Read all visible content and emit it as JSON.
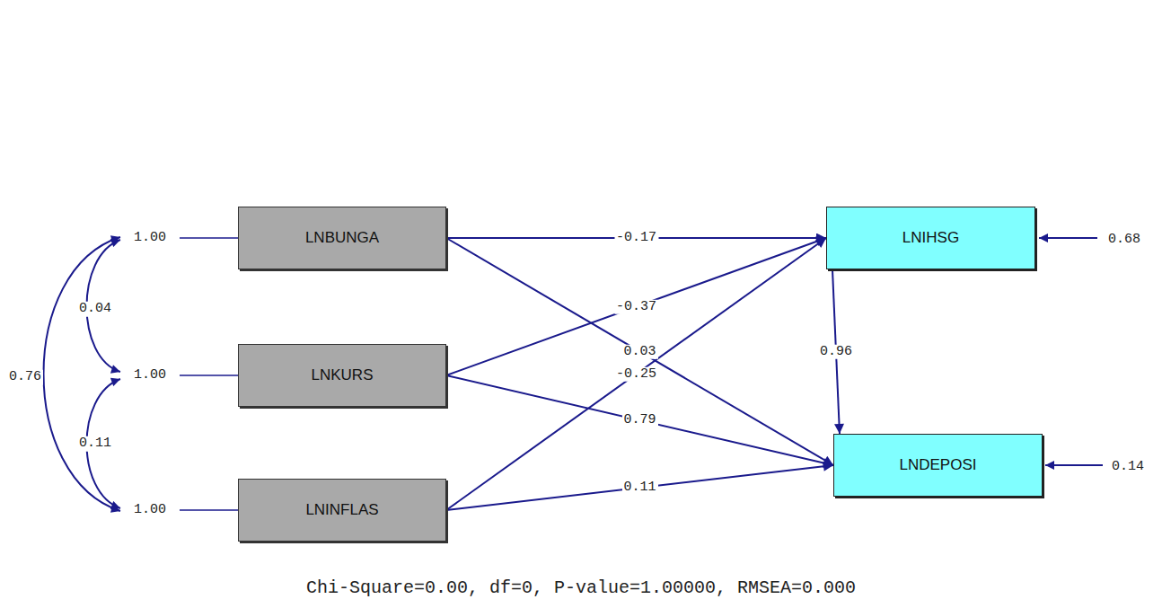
{
  "diagram": {
    "nodes": [
      {
        "text": [
          "LNBUNGA"
        ]
      },
      {
        "text": [
          "LNKURS"
        ]
      },
      {
        "text": [
          "LNINFLAS"
        ]
      },
      {
        "text": [
          "LNIHSG"
        ]
      },
      {
        "text": [
          "LNDEPOSI"
        ]
      }
    ],
    "edges": [
      {
        "from": 0,
        "to": 3,
        "label": "-0.17",
        "arrow": "to"
      },
      {
        "from": 1,
        "to": 3,
        "label": "-0.37",
        "arrow": "to"
      },
      {
        "from": 0,
        "to": 4,
        "label": "0.03",
        "arrow": "to"
      },
      {
        "from": 2,
        "to": 3,
        "label": "-0.25",
        "arrow": "to"
      },
      {
        "from": 1,
        "to": 4,
        "label": "0.79",
        "arrow": "to"
      },
      {
        "from": 2,
        "to": 4,
        "label": "0.11",
        "arrow": "to"
      },
      {
        "from": 3,
        "to": 4,
        "label": "0.96",
        "arrow": "to"
      }
    ],
    "labels": [
      "1.00",
      "1.00",
      "1.00",
      "0.04",
      "0.76",
      "0.11",
      "0.68",
      "0.14",
      "Chi-Square=0.00, df=0, P-value=1.00000, RMSEA=0.000"
    ]
  }
}
